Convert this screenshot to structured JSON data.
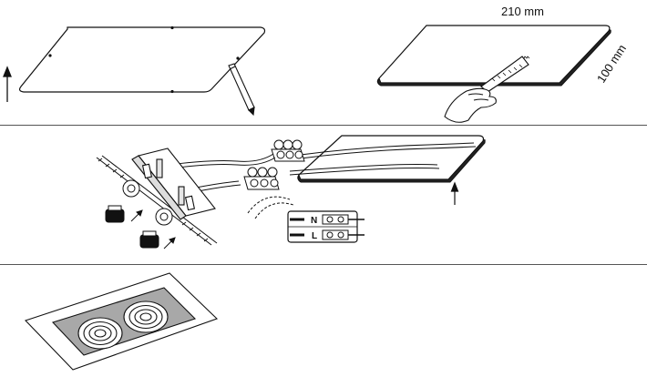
{
  "step1": {
    "width_label": "210 mm",
    "height_label": "100 mm"
  },
  "step2": {
    "terminal_n": "N",
    "terminal_l": "L"
  }
}
